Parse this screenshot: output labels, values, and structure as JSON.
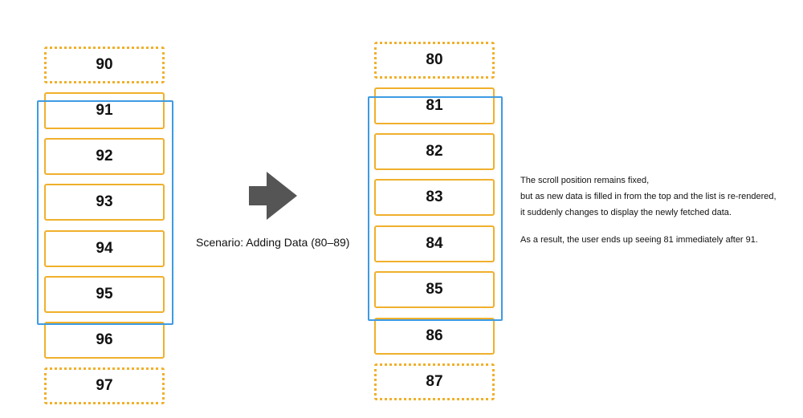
{
  "before": {
    "items": [
      {
        "label": "90",
        "offscreen": true
      },
      {
        "label": "91",
        "offscreen": false
      },
      {
        "label": "92",
        "offscreen": false
      },
      {
        "label": "93",
        "offscreen": false
      },
      {
        "label": "94",
        "offscreen": false
      },
      {
        "label": "95",
        "offscreen": false
      },
      {
        "label": "96",
        "offscreen": false
      },
      {
        "label": "97",
        "offscreen": true
      }
    ]
  },
  "after": {
    "items": [
      {
        "label": "80",
        "offscreen": true
      },
      {
        "label": "81",
        "offscreen": false
      },
      {
        "label": "82",
        "offscreen": false
      },
      {
        "label": "83",
        "offscreen": false
      },
      {
        "label": "84",
        "offscreen": false
      },
      {
        "label": "85",
        "offscreen": false
      },
      {
        "label": "86",
        "offscreen": false
      },
      {
        "label": "87",
        "offscreen": true
      }
    ]
  },
  "scenario_label": "Scenario: Adding Data (80–89)",
  "note": {
    "line1": "The scroll position remains fixed,",
    "line2": "but as new data is filled in from the top and the list is re-rendered,",
    "line3": "it suddenly changes to display the newly fetched data.",
    "line4": "As a result, the user ends up seeing 81 immediately after 91."
  },
  "colors": {
    "item_border": "#f0b02c",
    "viewport_border": "#3d9be3",
    "arrow": "#555555"
  },
  "icons": {
    "transition": "arrow-right-icon"
  }
}
